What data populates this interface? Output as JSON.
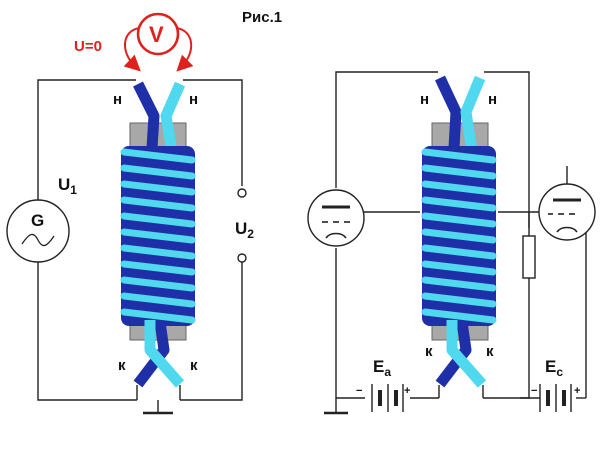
{
  "title": "Рис.1",
  "left_circuit": {
    "voltmeter_reading": "U=0",
    "voltmeter_symbol": "V",
    "generator_symbol": "G",
    "u1_label": "U",
    "u1_sub": "1",
    "u2_label": "U",
    "u2_sub": "2",
    "top_left_terminal": "н",
    "top_right_terminal": "н",
    "bottom_left_terminal": "к",
    "bottom_right_terminal": "к"
  },
  "right_circuit": {
    "top_left_terminal": "н",
    "top_right_terminal": "н",
    "bottom_left_terminal": "к",
    "bottom_right_terminal": "к",
    "battery_a_label": "E",
    "battery_a_sub": "a",
    "battery_c_label": "E",
    "battery_c_sub": "c",
    "minus_sign": "−",
    "plus_sign": "+"
  },
  "colors": {
    "wire": "#222222",
    "dark_blue_winding": "#1f2fa8",
    "cyan_winding": "#4fd8ee",
    "core": "#a8a8a8",
    "voltmeter_red": "#e0201c"
  }
}
